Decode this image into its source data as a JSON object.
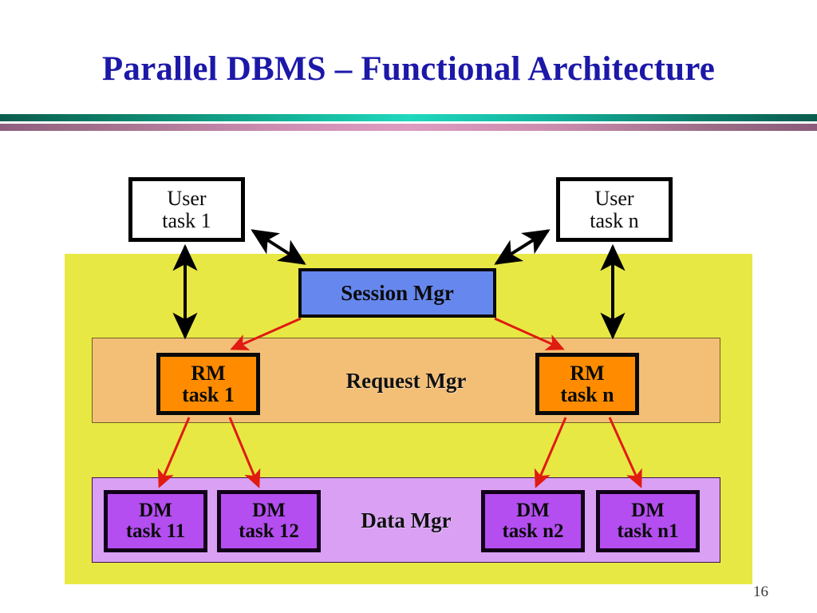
{
  "slide": {
    "title": "Parallel DBMS – Functional Architecture",
    "page_number": "16",
    "title_color": "#1c18a8"
  },
  "dividers": [
    {
      "name": "teal-bar",
      "color": "#14b59a"
    },
    {
      "name": "pink-bar",
      "color": "#cf8fb4"
    }
  ],
  "diagram": {
    "outer_panel": {
      "label": "",
      "color": "#e8e845"
    },
    "layers": [
      {
        "key": "request",
        "label": "Request Mgr",
        "color": "#f3bf76"
      },
      {
        "key": "data",
        "label": "Data Mgr",
        "color": "#d9a0f4"
      }
    ],
    "nodes": {
      "user_1": {
        "line1": "User",
        "line2": "task 1",
        "color": "#ffffff"
      },
      "user_n": {
        "line1": "User",
        "line2": "task n",
        "color": "#ffffff"
      },
      "session_mgr": {
        "line1": "Session Mgr",
        "line2": "",
        "color": "#6688ee"
      },
      "rm_1": {
        "line1": "RM",
        "line2": "task 1",
        "color": "#ff8c00"
      },
      "rm_n": {
        "line1": "RM",
        "line2": "task n",
        "color": "#ff8c00"
      },
      "dm_11": {
        "line1": "DM",
        "line2": "task 11",
        "color": "#b44ef0"
      },
      "dm_12": {
        "line1": "DM",
        "line2": "task 12",
        "color": "#b44ef0"
      },
      "dm_n2": {
        "line1": "DM",
        "line2": "task n2",
        "color": "#b44ef0"
      },
      "dm_n1": {
        "line1": "DM",
        "line2": "task n1",
        "color": "#b44ef0"
      }
    },
    "connectors": {
      "black_bidirectional_color": "#000000",
      "red_directed_color": "#e01b10"
    }
  }
}
